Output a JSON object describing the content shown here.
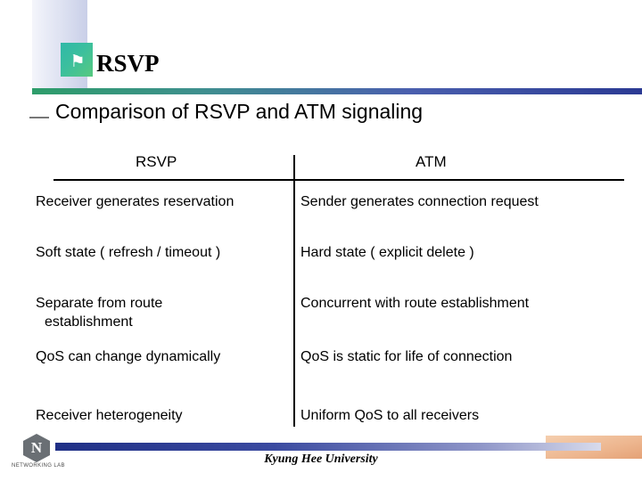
{
  "header": {
    "logo_icon": "rsvp-flag-icon",
    "logo_glyph": "⚑",
    "title": "RSVP"
  },
  "slide": {
    "heading": "Comparison of RSVP and ATM signaling"
  },
  "table": {
    "columns": [
      "RSVP",
      "ATM"
    ],
    "rows": [
      {
        "rsvp": "Receiver generates reservation",
        "atm": "Sender generates connection request"
      },
      {
        "rsvp": "Soft state ( refresh / timeout )",
        "atm": "Hard state ( explicit delete )"
      },
      {
        "rsvp": "Separate from route",
        "rsvp_line2": "establishment",
        "atm": "Concurrent with route establishment"
      },
      {
        "rsvp": "QoS can change dynamically",
        "atm": "QoS is static for life of connection"
      },
      {
        "rsvp": "Receiver heterogeneity",
        "atm": "Uniform QoS to all receivers"
      }
    ]
  },
  "footer": {
    "text": "Kyung Hee University",
    "logo_letter": "N",
    "logo_caption": "NETWORKING LAB"
  },
  "colors": {
    "logo_gradient_start": "#2fb8a8",
    "logo_gradient_end": "#57c97f",
    "header_rule_start": "#2e9d6a",
    "header_rule_end": "#2b3a93",
    "footer_bar_start": "#1f2f86",
    "footer_bar_end": "#d8dbec",
    "footer_accent": "#e0915e"
  }
}
